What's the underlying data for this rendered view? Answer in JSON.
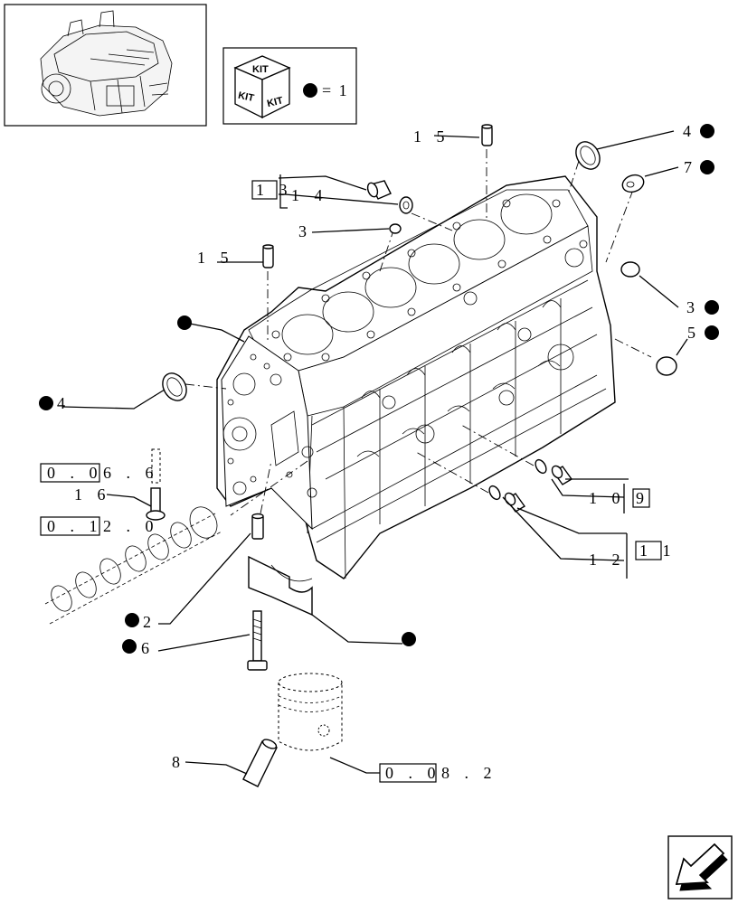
{
  "kit_legend": {
    "kit_text_top": "KIT",
    "kit_text_left": "KIT",
    "kit_text_right": "KIT",
    "equals_text": "= 1"
  },
  "callouts": {
    "c15_top": "1 5",
    "c4_top": "4",
    "c7": "7",
    "c13": "1 3",
    "c14": "1 4",
    "c3_top": "3",
    "c15_left": "1 5",
    "c3_right": "3",
    "c5": "5",
    "c4_left": "4",
    "ref_066_box": "0 . 0",
    "ref_066_tail": "6 . 6",
    "c16": "1 6",
    "ref_012_box": "0 . 1",
    "ref_012_tail": "2 . 0",
    "c10": "1 0",
    "c9": "9",
    "c12": "1 2",
    "c11": "1 1",
    "c2": "2",
    "c6": "6",
    "c8": "8",
    "ref_082_box": "0 . 0",
    "ref_082_tail": "8 . 2"
  },
  "icons": {
    "engine_thumbnail": "engine-thumbnail-icon",
    "kit_cube": "kit-cube-icon",
    "kit_bullet": "black-dot-icon",
    "navigation": "arrow-left-down-icon"
  }
}
